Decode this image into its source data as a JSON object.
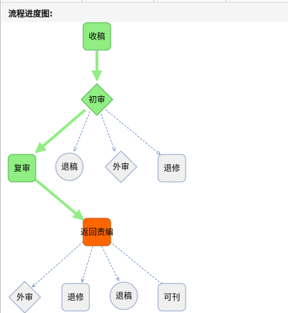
{
  "header": {
    "title": "流程进度图:"
  },
  "colors": {
    "done_fill": "#90ee82",
    "done_stroke": "#4caf50",
    "current_fill": "#ff6600",
    "current_stroke": "#c55000",
    "pending_fill": "#f0f0f0",
    "pending_stroke": "#8ea2c8",
    "main_edge": "#90ee82",
    "branch_edge": "#6d8fc6"
  },
  "nodes": [
    {
      "id": "n_receive",
      "label": "收稿",
      "shape": "rect",
      "status": "done"
    },
    {
      "id": "n_first",
      "label": "初审",
      "shape": "diamond",
      "status": "done"
    },
    {
      "id": "n_retrial",
      "label": "复审",
      "shape": "rect",
      "status": "done"
    },
    {
      "id": "n_reject1",
      "label": "退稿",
      "shape": "circle",
      "status": "pending"
    },
    {
      "id": "n_external1",
      "label": "外审",
      "shape": "diamond",
      "status": "pending"
    },
    {
      "id": "n_revise1",
      "label": "退修",
      "shape": "rect",
      "status": "pending"
    },
    {
      "id": "n_return",
      "label": "返回责编",
      "shape": "rect",
      "status": "current"
    },
    {
      "id": "n_external2",
      "label": "外审",
      "shape": "diamond",
      "status": "pending"
    },
    {
      "id": "n_revise2",
      "label": "退修",
      "shape": "rect",
      "status": "pending"
    },
    {
      "id": "n_reject2",
      "label": "退稿",
      "shape": "circle",
      "status": "pending"
    },
    {
      "id": "n_publish",
      "label": "可刊",
      "shape": "rect",
      "status": "pending"
    }
  ],
  "edges": [
    {
      "from": "n_receive",
      "to": "n_first",
      "type": "main"
    },
    {
      "from": "n_first",
      "to": "n_retrial",
      "type": "main"
    },
    {
      "from": "n_first",
      "to": "n_reject1",
      "type": "branch"
    },
    {
      "from": "n_first",
      "to": "n_external1",
      "type": "branch"
    },
    {
      "from": "n_first",
      "to": "n_revise1",
      "type": "branch"
    },
    {
      "from": "n_retrial",
      "to": "n_return",
      "type": "main"
    },
    {
      "from": "n_return",
      "to": "n_external2",
      "type": "branch"
    },
    {
      "from": "n_return",
      "to": "n_revise2",
      "type": "branch"
    },
    {
      "from": "n_return",
      "to": "n_reject2",
      "type": "branch"
    },
    {
      "from": "n_return",
      "to": "n_publish",
      "type": "branch"
    }
  ]
}
